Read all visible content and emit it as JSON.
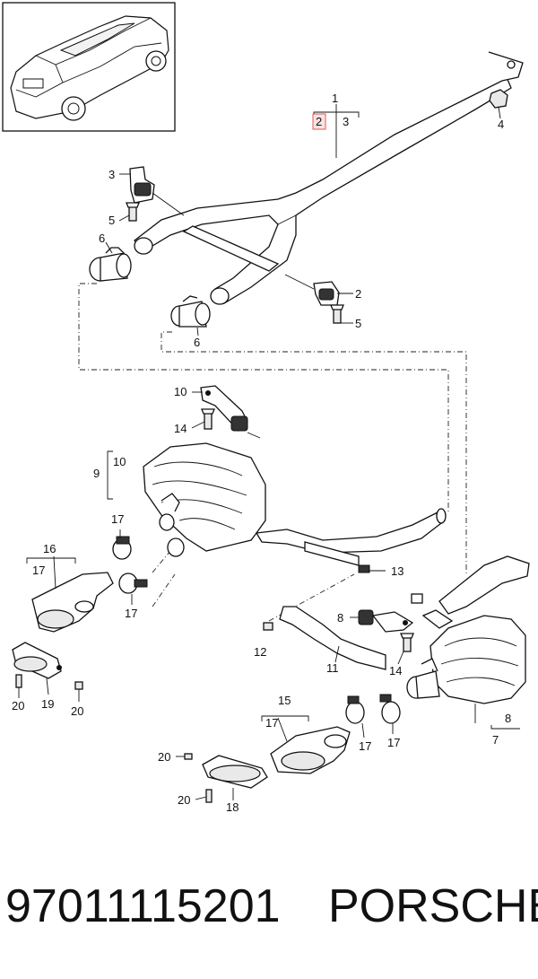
{
  "diagram": {
    "callouts": {
      "c1": "1",
      "c2a": "2",
      "c3a": "3",
      "c4": "4",
      "c3b": "3",
      "c5a": "5",
      "c6a": "6",
      "c2b": "2",
      "c5b": "5",
      "c6b": "6",
      "c10a": "10",
      "c14a": "14",
      "c9": "9",
      "c10b": "10",
      "c17a": "17",
      "c16": "16",
      "c17b": "17",
      "c17c": "17",
      "c13": "13",
      "c8a": "8",
      "c12": "12",
      "c11": "11",
      "c14b": "14",
      "c8b": "8",
      "c7": "7",
      "c20a": "20",
      "c19": "19",
      "c20b": "20",
      "c15": "15",
      "c17d": "17",
      "c17e": "17",
      "c17f": "17",
      "c20c": "20",
      "c20d": "20",
      "c18": "18"
    },
    "highlight_color": "#e05a5a"
  },
  "footer": {
    "part_number": "97011115201",
    "brand": "PORSCHE"
  }
}
